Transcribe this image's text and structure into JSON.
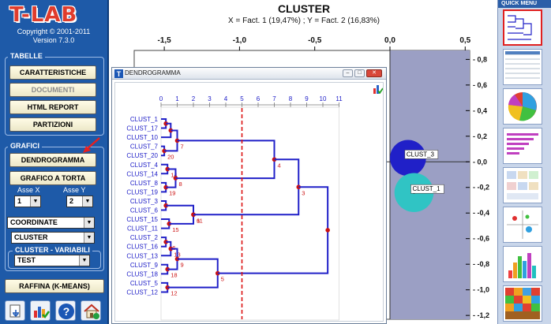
{
  "app": {
    "logo_text": "T-LAB",
    "copyright": "Copyright © 2001-2011",
    "version": "Version 7.3.0"
  },
  "tabelle": {
    "title": "TABELLE",
    "buttons": [
      "CARATTERISTICHE",
      "DOCUMENTI",
      "HTML REPORT",
      "PARTIZIONI"
    ]
  },
  "grafici": {
    "title": "GRAFICI",
    "btn_dendrogramma": "DENDROGRAMMA",
    "btn_torta": "GRAFICO A TORTA",
    "asse_x_label": "Asse X",
    "asse_y_label": "Asse Y",
    "asse_x_value": "1",
    "asse_y_value": "2",
    "select_coordinate": "COORDINATE",
    "select_cluster": "CLUSTER",
    "cv_title": "CLUSTER - VARIABILI",
    "select_test": "TEST"
  },
  "raffina_label": "RAFFINA (K-MEANS)",
  "colors": {
    "panel_blue": "#1e5aa8",
    "cluster_dark": "#2020c8",
    "cluster_cyan": "#30c4c4",
    "dendro_line": "#2020c8",
    "cut_line": "#dd1111"
  },
  "quick_menu": {
    "title": "QUICK MENU",
    "items": [
      "dendrogram-thumb",
      "table-thumb",
      "pie-thumb",
      "bars-thumb",
      "grid-thumb",
      "scatter-thumb",
      "3d-thumb",
      "heatmap-thumb"
    ]
  },
  "chart_data": {
    "type": "scatter",
    "title": "CLUSTER",
    "subtitle": "X = Fact. 1 (19,47%) ; Y = Fact. 2 (16,83%)",
    "x_ticks": [
      "-1,5",
      "-1,0",
      "-0,5",
      "0,0",
      "0,5"
    ],
    "x_tick_values": [
      -1.5,
      -1.0,
      -0.5,
      0.0,
      0.5
    ],
    "y_ticks": [
      "0,8",
      "0,6",
      "0,4",
      "0,2",
      "0,0",
      "-0,2",
      "-0,4",
      "-0,6",
      "-0,8",
      "-1,0",
      "-1,2"
    ],
    "y_tick_values": [
      0.8,
      0.6,
      0.4,
      0.2,
      0.0,
      -0.2,
      -0.4,
      -0.6,
      -0.8,
      -1.0,
      -1.2
    ],
    "xlim": [
      -1.7,
      0.53
    ],
    "ylim": [
      -1.23,
      0.87
    ],
    "points": [
      {
        "name": "CLUST_3",
        "x": 0.12,
        "y": 0.03,
        "r": 0.12,
        "color": "#2020c8"
      },
      {
        "name": "CLUST_1",
        "x": 0.16,
        "y": -0.24,
        "r": 0.13,
        "color": "#30c4c4"
      }
    ]
  },
  "dendrogram": {
    "title": "DENDROGRAMMA",
    "axis_ticks": [
      "0",
      "1",
      "2",
      "3",
      "4",
      "5",
      "6",
      "7",
      "8",
      "9",
      "10",
      "11"
    ],
    "cut_value": 5,
    "leaves": [
      "CLUST_1",
      "CLUST_17",
      "CLUST_10",
      "CLUST_7",
      "CLUST_20",
      "CLUST_4",
      "CLUST_14",
      "CLUST_8",
      "CLUST_19",
      "CLUST_3",
      "CLUST_6",
      "CLUST_15",
      "CLUST_11",
      "CLUST_2",
      "CLUST_16",
      "CLUST_13",
      "CLUST_9",
      "CLUST_18",
      "CLUST_5",
      "CLUST_12"
    ],
    "nodes": [
      {
        "label": "",
        "left": "L0",
        "right": "L1",
        "h": 0.3
      },
      {
        "label": "",
        "left": "N1",
        "right": "L2",
        "h": 0.6
      },
      {
        "label": "20",
        "left": "L3",
        "right": "L4",
        "h": 0.2
      },
      {
        "label": "7",
        "left": "N2",
        "right": "N3",
        "h": 1.0
      },
      {
        "label": "14",
        "left": "L5",
        "right": "L6",
        "h": 0.4
      },
      {
        "label": "19",
        "left": "L7",
        "right": "L8",
        "h": 0.3
      },
      {
        "label": "8",
        "left": "N5",
        "right": "N6",
        "h": 0.9
      },
      {
        "label": "4",
        "left": "N4",
        "right": "N7",
        "h": 7.0
      },
      {
        "label": "",
        "left": "L9",
        "right": "L10",
        "h": 0.3
      },
      {
        "label": "15",
        "left": "L11",
        "right": "L12",
        "h": 0.5
      },
      {
        "label": "6",
        "left": "N9",
        "right": "N10",
        "h": 2.0
      },
      {
        "label": "11",
        "left": "N11",
        "right": "N11",
        "h": 2.0
      },
      {
        "label": "16",
        "left": "L13",
        "right": "L14",
        "h": 0.3
      },
      {
        "label": "13",
        "left": "N13",
        "right": "L15",
        "h": 0.6
      },
      {
        "label": "18",
        "left": "L16",
        "right": "L17",
        "h": 0.4
      },
      {
        "label": "9",
        "left": "N14",
        "right": "N15",
        "h": 1.0
      },
      {
        "label": "12",
        "left": "L18",
        "right": "L19",
        "h": 0.4
      },
      {
        "label": "5",
        "left": "N16",
        "right": "N17",
        "h": 3.5
      },
      {
        "label": "3",
        "left": "N8",
        "right": "N11",
        "h": 8.5
      },
      {
        "label": "",
        "left": "N19",
        "right": "N18",
        "h": 10.3
      }
    ]
  }
}
